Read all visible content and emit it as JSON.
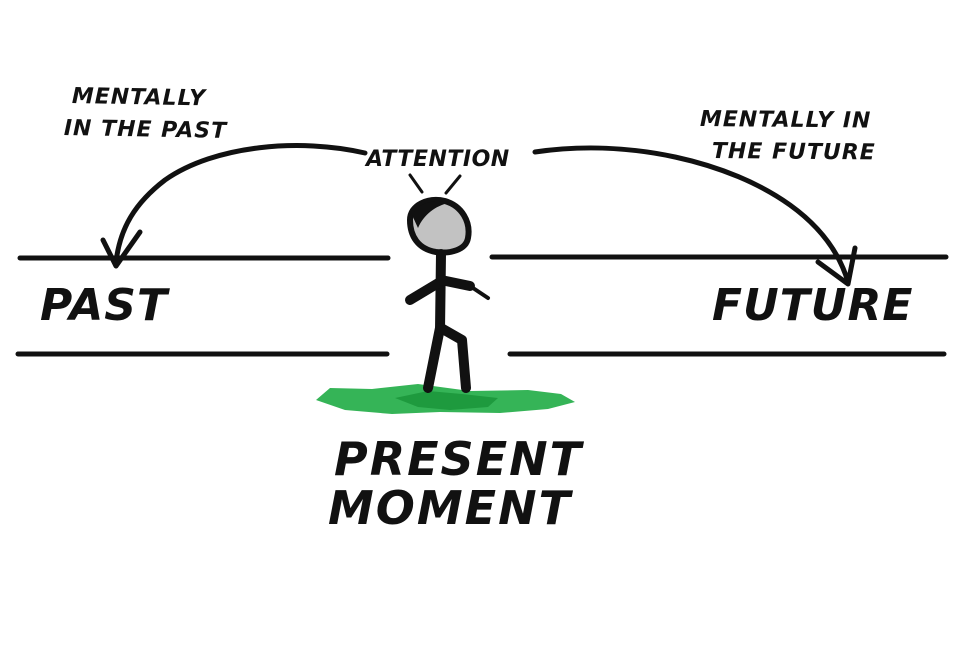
{
  "labels": {
    "mentally_past_line1": "MENTALLY",
    "mentally_past_line2": "IN THE PAST",
    "mentally_future_line1": "MENTALLY IN",
    "mentally_future_line2": "THE FUTURE",
    "attention": "ATTENTION",
    "past": "PAST",
    "future": "FUTURE",
    "present_line1": "PRESENT",
    "present_line2": "MOMENT"
  },
  "colors": {
    "ink": "#111111",
    "head_fill": "#c2c2c2",
    "grass_dark": "#1e9a3e",
    "grass_light": "#35b457",
    "background": "#ffffff"
  }
}
